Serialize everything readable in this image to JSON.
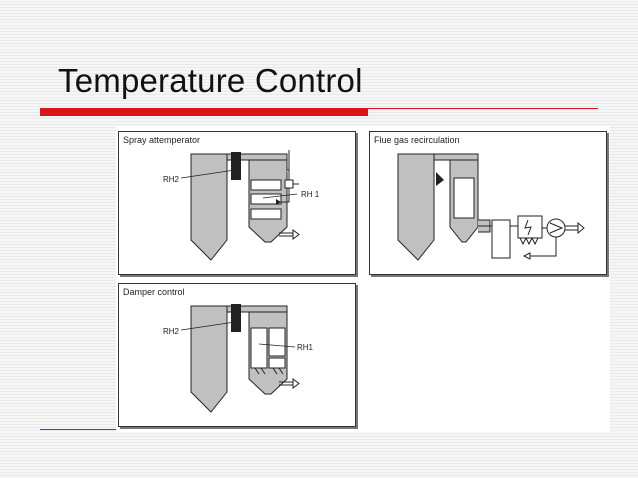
{
  "slide": {
    "title": "Temperature Control"
  },
  "panels": {
    "spray": {
      "title": "Spray attemperator",
      "label_rh2": "RH2",
      "label_rh1": "RH 1"
    },
    "flue": {
      "title": "Flue gas recirculation"
    },
    "damper": {
      "title": "Damper control",
      "label_rh2": "RH2",
      "label_rh1": "RH1"
    }
  },
  "colors": {
    "accent": "#d9141b",
    "boiler_fill": "#c0c0c0",
    "line": "#222222"
  }
}
